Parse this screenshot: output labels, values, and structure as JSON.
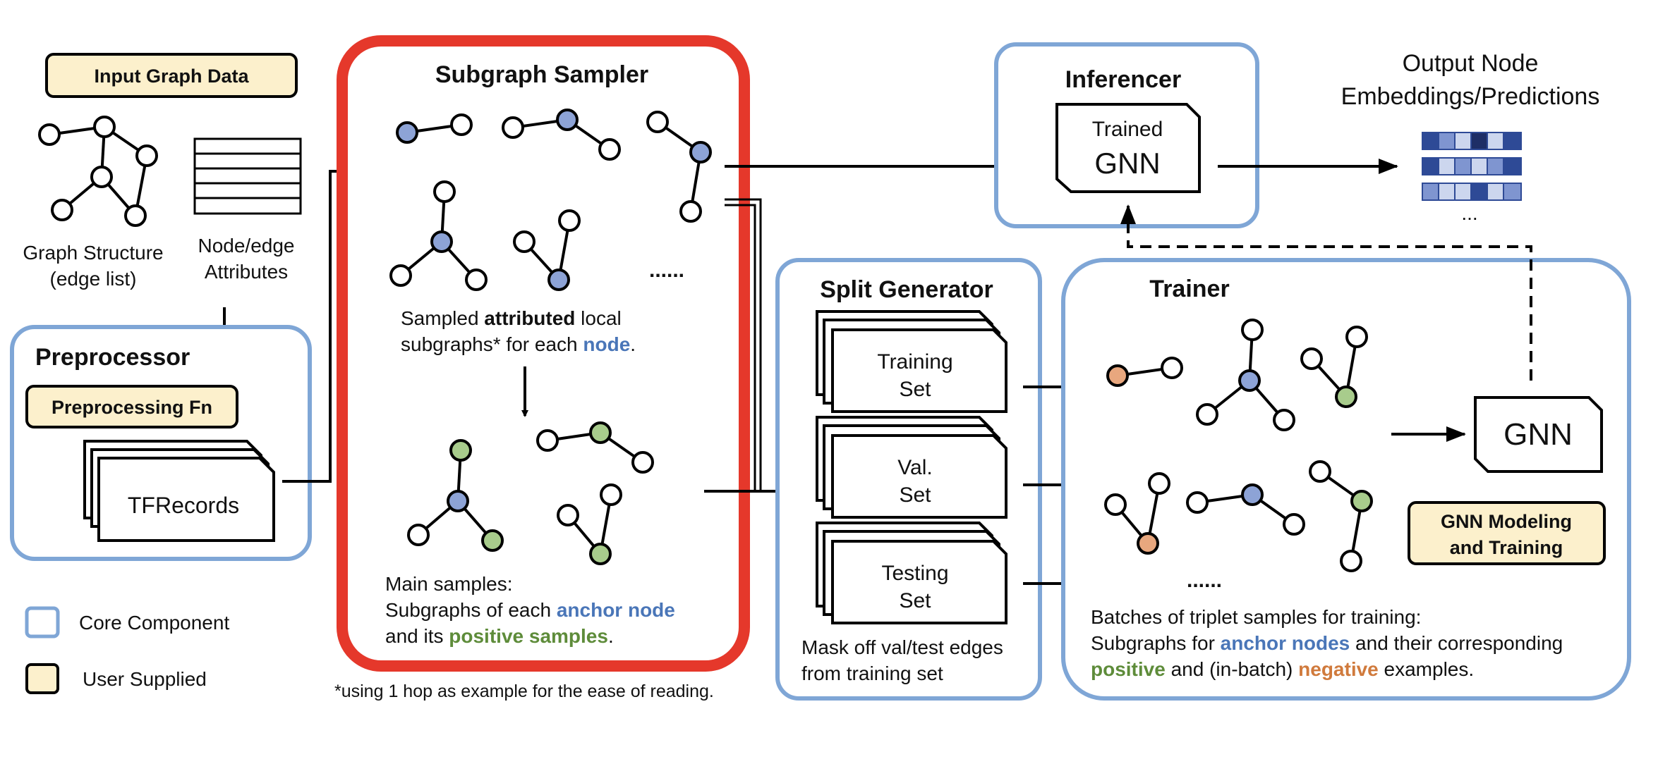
{
  "colors": {
    "core_border": "#7FA6D6",
    "sampler_border": "#E5382B",
    "user_fill": "#FCF0CC",
    "node_white": "#FFFFFF",
    "node_blue": "#8DA3D6",
    "node_green": "#A8CC8C",
    "node_orange": "#E8A77E",
    "text_blue": "#4A76B8",
    "text_green": "#5E8C3A",
    "text_orange": "#D07A3C",
    "embedding_dark": "#2E4A96",
    "embedding_mid": "#7F95D0",
    "embedding_light": "#CCD6EE"
  },
  "input": {
    "label": "Input Graph Data",
    "graph_structure_line1": "Graph Structure",
    "graph_structure_line2": "(edge list)",
    "attributes_line1": "Node/edge",
    "attributes_line2": "Attributes"
  },
  "preprocessor": {
    "title": "Preprocessor",
    "fn_label": "Preprocessing Fn",
    "records_label": "TFRecords"
  },
  "sampler": {
    "title": "Subgraph Sampler",
    "desc1_pre": "Sampled ",
    "desc1_bold": "attributed",
    "desc1_post": " local",
    "desc2_pre": "subgraphs* for each ",
    "desc2_node": "node",
    "desc2_post": ".",
    "ellipsis": "......",
    "main_line1": "Main samples:",
    "main_line2_pre": "Subgraphs of each ",
    "main_line2_anchor": "anchor node",
    "main_line3_pre": "and its ",
    "main_line3_pos": "positive samples",
    "main_line3_post": ".",
    "footnote": "*using 1 hop as example for the ease of reading."
  },
  "inferencer": {
    "title": "Inferencer",
    "model_line1": "Trained",
    "model_line2": "GNN"
  },
  "output": {
    "line1": "Output Node",
    "line2": "Embeddings/Predictions",
    "ellipsis": "..."
  },
  "split": {
    "title": "Split Generator",
    "train_line1": "Training",
    "train_line2": "Set",
    "val_line1": "Val.",
    "val_line2": "Set",
    "test_line1": "Testing",
    "test_line2": "Set",
    "mask_line1": "Mask off val/test edges",
    "mask_line2": "from training set"
  },
  "trainer": {
    "title": "Trainer",
    "gnn_label": "GNN",
    "modeling_line1": "GNN Modeling",
    "modeling_line2": "and Training",
    "ellipsis": "......",
    "desc_line1": "Batches of triplet samples for training:",
    "desc_line2_pre": "Subgraphs for ",
    "desc_line2_anchor": "anchor nodes",
    "desc_line2_post": " and their corresponding",
    "desc_line3_pos": "positive",
    "desc_line3_mid": " and (in-batch) ",
    "desc_line3_neg": "negative",
    "desc_line3_post": " examples."
  },
  "legend": {
    "core": "Core Component",
    "user": "User Supplied"
  }
}
